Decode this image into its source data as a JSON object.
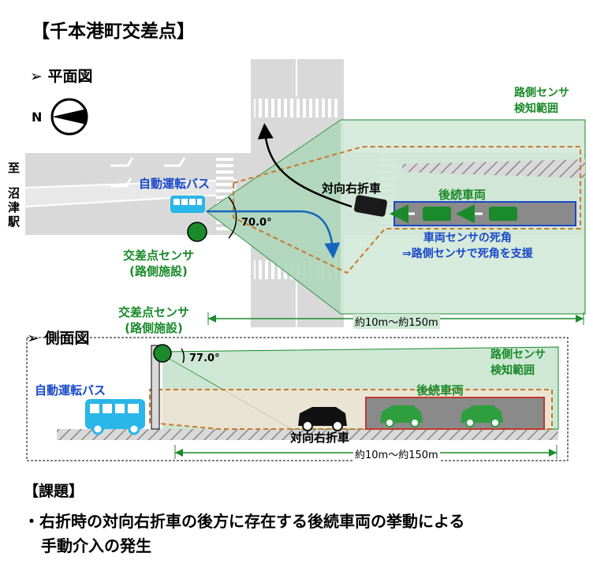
{
  "title": "【千本港町交差点】",
  "plan": {
    "heading": "平面図",
    "compass_letter": "N",
    "destination": [
      "至",
      "沼",
      "津",
      "駅"
    ],
    "bus_label": "自動運転バス",
    "angle": "70.0°",
    "roadside_range_label": [
      "路側センサ",
      "検知範囲"
    ],
    "oncoming_label": "対向右折車",
    "following_label": "後続車両",
    "blind_spot_label": [
      "車両センサの死角",
      "⇒路側センサで死角を支援"
    ],
    "intersection_sensor_label": [
      "交差点センサ",
      "(路側施設)"
    ],
    "range": "約10m～約150m"
  },
  "side": {
    "heading": "側面図",
    "intersection_sensor_label": [
      "交差点センサ",
      "(路側施設)"
    ],
    "angle": "77.0°",
    "roadside_range_label": [
      "路側センサ",
      "検知範囲"
    ],
    "bus_label": "自動運転バス",
    "following_label": "後続車両",
    "oncoming_label": "対向右折車",
    "range": "約10m～約150m"
  },
  "issue": {
    "heading": "【課題】",
    "bullet": "・",
    "lines": [
      "右折時の対向右折車の後方に存在する後続車両の挙動による",
      "手動介入の発生"
    ]
  },
  "colors": {
    "zone_green": "#cfe8d6",
    "zone_border": "#1a8a2a",
    "road_gray": "#d9d9d9",
    "bus_blue": "#29b6e8",
    "dashed_orange": "#c87a2a",
    "text_green": "#1a8a2a",
    "text_blue": "#1848c8"
  },
  "icons": [
    "compass-north-icon",
    "bus-icon",
    "sensor-pole-icon",
    "car-icon",
    "left-arrow-icon",
    "turn-arrow-icon"
  ]
}
